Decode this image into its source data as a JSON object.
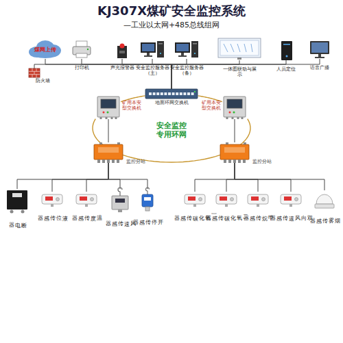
{
  "diagram": {
    "title": "KJ307X煤矿安全监控系统",
    "nodes": [
      {
        "text": [
          "煤网上传"
        ]
      },
      {
        "text": [
          "防火墙"
        ]
      },
      {
        "text": [
          "打印机"
        ]
      },
      {
        "text": [
          "声光报警器"
        ]
      },
      {
        "text": [
          "安全监控服务器（主）"
        ]
      },
      {
        "text": [
          "安全监控服务器（备）"
        ]
      },
      {
        "text": [
          "一体图联动与展示"
        ]
      },
      {
        "text": [
          "人员定位"
        ]
      },
      {
        "text": [
          "语音广播"
        ]
      },
      {
        "text": [
          "地面环网交换机"
        ]
      },
      {
        "text": [
          "矿用本安型交换机"
        ]
      },
      {
        "text": [
          "矿用本安型交换机"
        ]
      },
      {
        "text": [
          "监控分站"
        ]
      },
      {
        "text": [
          "监控分站"
        ]
      },
      {
        "text": [
          "断电器"
        ]
      },
      {
        "text": [
          "液位传感器"
        ]
      },
      {
        "text": [
          "温度传感器"
        ]
      },
      {
        "text": [
          "风速传感器"
        ]
      },
      {
        "text": [
          "开停传感器"
        ]
      },
      {
        "text": [
          "一氧化碳传感器"
        ]
      },
      {
        "text": [
          "二氧化碳传感器"
        ]
      },
      {
        "text": [
          "甲烷传感器"
        ]
      },
      {
        "text": [
          "双向风速传感器"
        ]
      },
      {
        "text": [
          "烟雾传感器"
        ]
      }
    ],
    "edges": [
      {
        "from": 0,
        "to": 9,
        "arrow": "none"
      },
      {
        "from": 1,
        "to": 9,
        "arrow": "none"
      },
      {
        "from": 2,
        "to": 9,
        "arrow": "none"
      },
      {
        "from": 3,
        "to": 9,
        "arrow": "none"
      },
      {
        "from": 4,
        "to": 9,
        "arrow": "none"
      },
      {
        "from": 5,
        "to": 9,
        "arrow": "none"
      },
      {
        "from": 6,
        "to": 9,
        "arrow": "none"
      },
      {
        "from": 7,
        "to": 9,
        "arrow": "none"
      },
      {
        "from": 8,
        "to": 9,
        "arrow": "none"
      },
      {
        "from": 9,
        "to": 10,
        "arrow": "none"
      },
      {
        "from": 9,
        "to": 11,
        "arrow": "none"
      },
      {
        "from": 10,
        "to": 11,
        "arrow": "none"
      },
      {
        "from": 10,
        "to": 12,
        "arrow": "none"
      },
      {
        "from": 11,
        "to": 13,
        "arrow": "none"
      },
      {
        "from": 12,
        "to": 14,
        "arrow": "none"
      },
      {
        "from": 12,
        "to": 15,
        "arrow": "none"
      },
      {
        "from": 12,
        "to": 16,
        "arrow": "none"
      },
      {
        "from": 12,
        "to": 17,
        "arrow": "none"
      },
      {
        "from": 12,
        "to": 18,
        "arrow": "none"
      },
      {
        "from": 13,
        "to": 19,
        "arrow": "none"
      },
      {
        "from": 13,
        "to": 20,
        "arrow": "none"
      },
      {
        "from": 13,
        "to": 21,
        "arrow": "none"
      },
      {
        "from": 13,
        "to": 22,
        "arrow": "none"
      },
      {
        "from": 13,
        "to": 23,
        "arrow": "none"
      }
    ],
    "labels": [
      "—工业以太网+485总线组网",
      "安全监控专用环网"
    ]
  }
}
